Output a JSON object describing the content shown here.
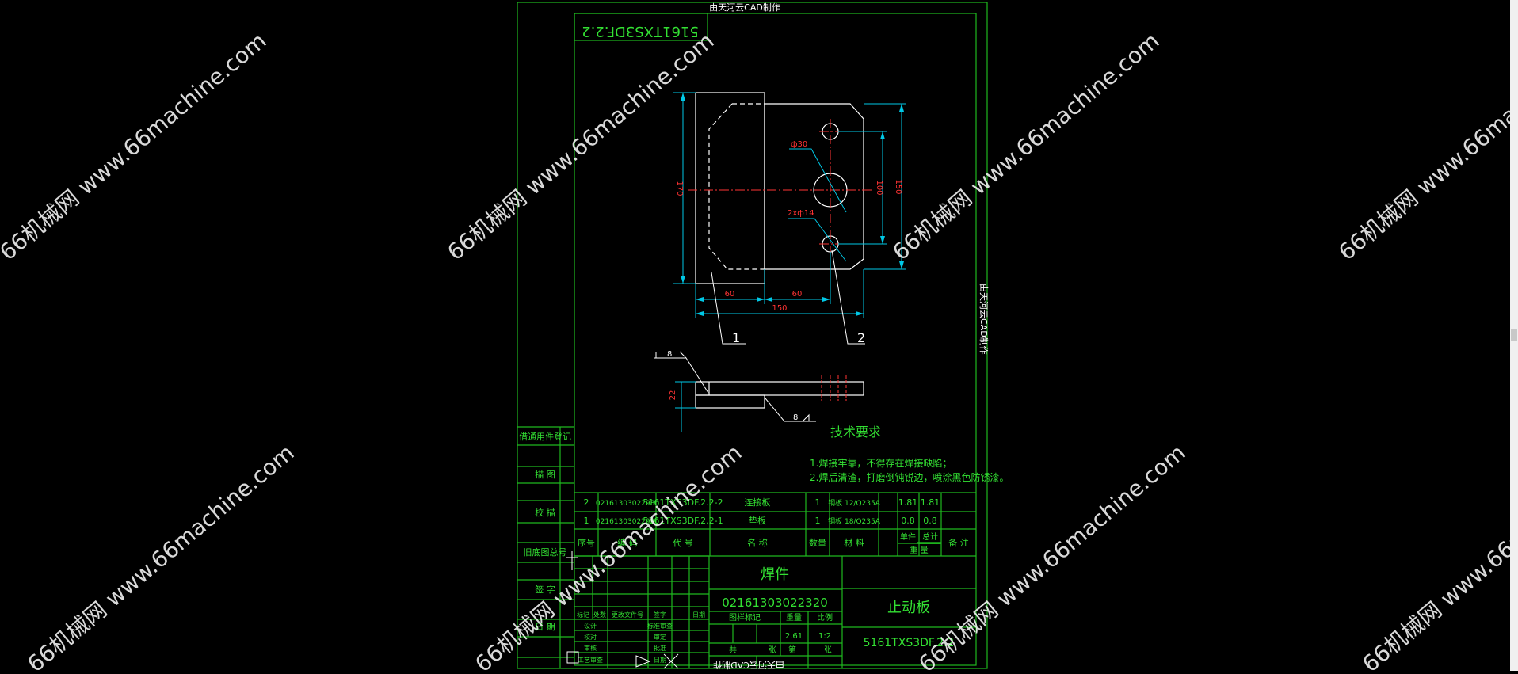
{
  "colors": {
    "border": "#1fb81f",
    "outline": "#ffffff",
    "dimension": "#00c8e6",
    "center": "#ff3333",
    "text_green": "#33e033",
    "watermark": "#ffffff"
  },
  "watermark": {
    "text": "66机械网 www.66machine.com"
  },
  "drawing": {
    "stamp_top": "由天河云CAD制作",
    "stamp_side": "由天河云CAD制作",
    "stamp_bottom": "由天河云CAD制作",
    "mirrored_code": "5161TXS3DF.2.2",
    "dims": {
      "hole_large": "ф30",
      "holes_small": "2xф14",
      "height_total": "170",
      "height_right": "150",
      "hole_spacing": "100",
      "width_left": "60",
      "width_right": "60",
      "width_total": "150",
      "thickness": "22"
    },
    "balloons": [
      "1",
      "2"
    ],
    "welds": [
      "8",
      "8"
    ],
    "tech_req": {
      "title": "技术要求",
      "items": [
        "1.焊接牢靠，不得存在焊接缺陷；",
        "2.焊后清渣，打磨倒钝锐边，喷涂黑色防锈漆。"
      ]
    }
  },
  "side_labels": [
    "借通用件登记",
    "描  图",
    "校  描",
    "旧底图总号",
    "签  字",
    "日  期"
  ],
  "bom": {
    "rows": [
      [
        "2",
        "02161303022980",
        "5161TXS3DF.2.2-2",
        "连接板",
        "1",
        "钢板 12/Q235A",
        "1.81",
        "1.81",
        ""
      ],
      [
        "1",
        "02161303022990",
        "5161TXS3DF.2.2-1",
        "垫板",
        "1",
        "钢板 18/Q235A",
        "0.8",
        "0.8",
        ""
      ]
    ],
    "header": [
      "序号",
      "编  码",
      "代  号",
      "名  称",
      "数量",
      "材  料",
      "单件",
      "总计",
      "备  注"
    ],
    "weight_label": "重  量"
  },
  "title_block": {
    "type": "焊件",
    "code": "02161303022320",
    "name": "止动板",
    "drawing_no": "5161TXS3DF.2.2",
    "stage_label": "图样标记",
    "weight_label": "重量",
    "scale_label": "比例",
    "weight": "2.61",
    "scale": "1:2",
    "sheets_label": "共",
    "page_label": "第",
    "zhang": "张",
    "rev_headers": [
      "标记",
      "处数",
      "更改文件号",
      "签字",
      "日期"
    ],
    "roles": [
      "设计",
      "校对",
      "审核",
      "工艺审查"
    ],
    "roles_right": [
      "标准审查",
      "审定",
      "批准",
      "日期"
    ]
  }
}
